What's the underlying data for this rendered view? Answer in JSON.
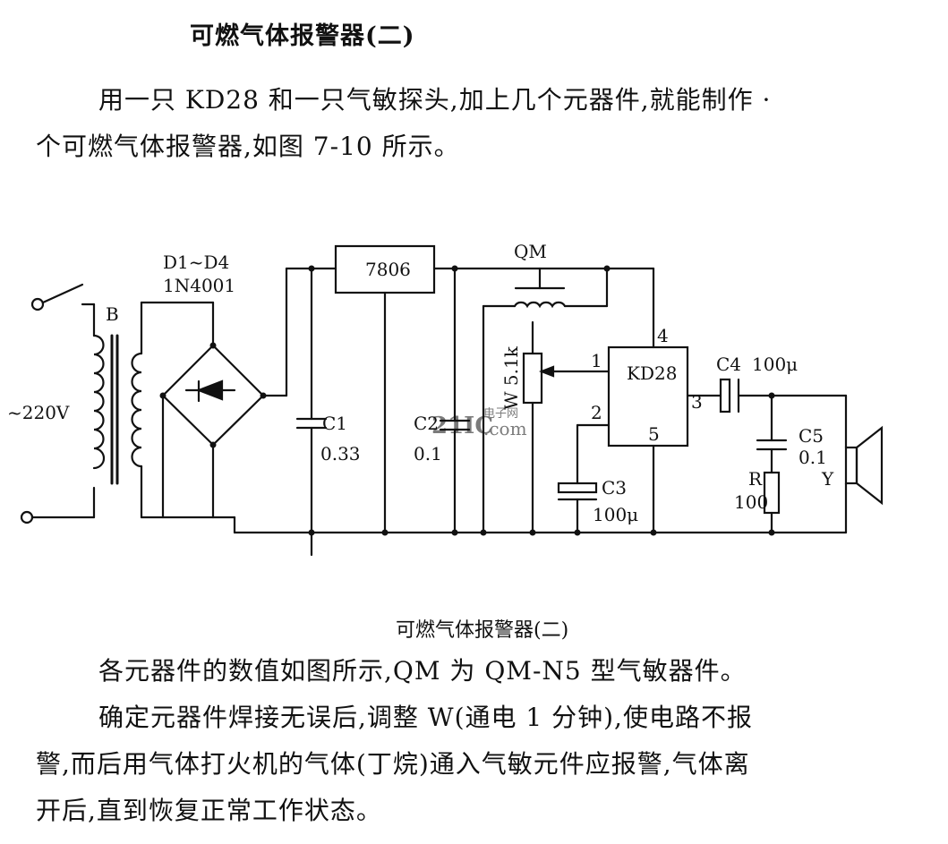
{
  "title": "可燃气体报警器(二)",
  "intro": {
    "line1": "用一只 KD28 和一只气敏探头,加上几个元器件,就能制作 ·",
    "line2": "个可燃气体报警器,如图 7-10 所示。"
  },
  "figure": {
    "caption": "可燃气体报警器(二)",
    "labels": {
      "mains": "~220V",
      "transformer": "B",
      "diodes": "D1~D4",
      "diode_model": "1N4001",
      "regulator": "7806",
      "c1_name": "C1",
      "c1_value": "0.33",
      "c2_name": "C2",
      "c2_value": "0.1",
      "sensor": "QM",
      "pot": "W 5.1k",
      "ic": "KD28",
      "pin1": "1",
      "pin2": "2",
      "pin3": "3",
      "pin4": "4",
      "pin5": "5",
      "c3_name": "C3",
      "c3_value": "100μ",
      "c4_name": "C4",
      "c4_value": "100μ",
      "c5_name": "C5",
      "c5_value": "0.1",
      "r_name": "R",
      "r_value": "100",
      "speaker": "Y"
    },
    "watermark": {
      "brand": "21IC",
      "domain": ".com",
      "sub": "电子网"
    }
  },
  "body": {
    "line1": "各元器件的数值如图所示,QM 为 QM-N5 型气敏器件。",
    "line2": "确定元器件焊接无误后,调整 W(通电 1 分钟),使电路不报",
    "line3": "警,而后用气体打火机的气体(丁烷)通入气敏元件应报警,气体离",
    "line4": "开后,直到恢复正常工作状态。"
  }
}
